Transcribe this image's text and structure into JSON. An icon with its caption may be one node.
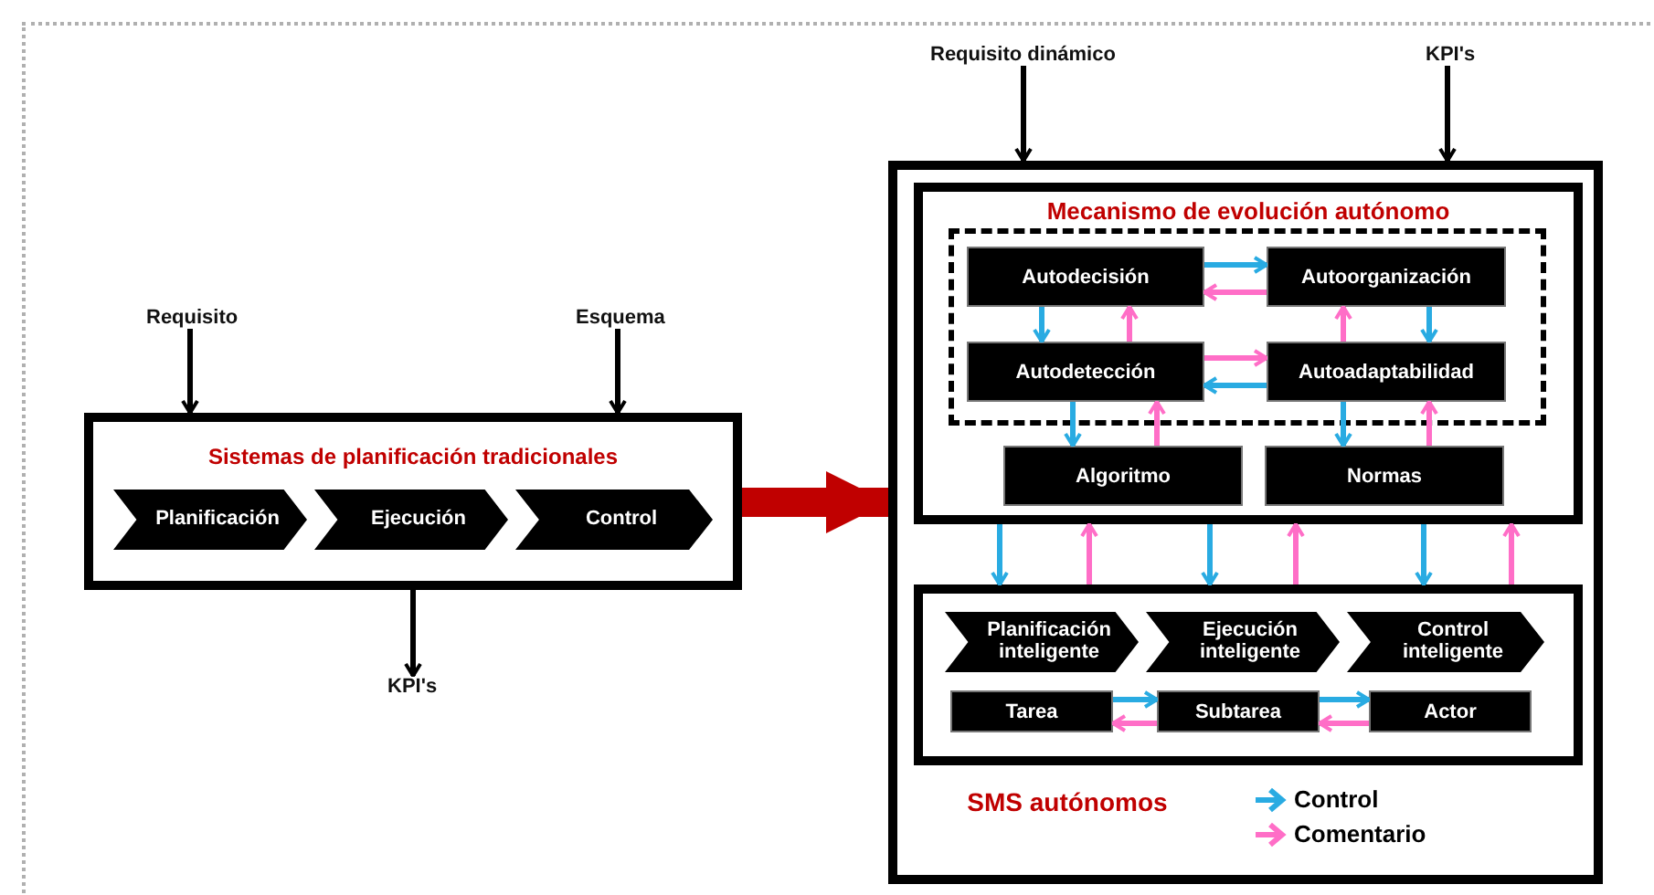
{
  "diagram": {
    "nodes": [
      {
        "text": [
          "Sistemas de planificación tradicionales"
        ]
      },
      {
        "text": [
          "Planificación"
        ],
        "in": 0
      },
      {
        "text": [
          "Ejecución"
        ],
        "in": 0
      },
      {
        "text": [
          "Control"
        ],
        "in": 0
      },
      {
        "text": [
          "Requisito"
        ]
      },
      {
        "text": [
          "Esquema"
        ]
      },
      {
        "text": [
          "KPI's"
        ]
      },
      {
        "text": [
          "SMS autónomos"
        ]
      },
      {
        "text": [
          "Mecanismo de evolución autónomo"
        ],
        "in": 7
      },
      {
        "text": [],
        "shape": "box",
        "in": 8
      },
      {
        "text": [
          "Autodecisión"
        ],
        "in": 9
      },
      {
        "text": [
          "Autoorganización"
        ],
        "in": 9
      },
      {
        "text": [
          "Autodetección"
        ],
        "in": 9
      },
      {
        "text": [
          "Autoadaptabilidad"
        ],
        "in": 9
      },
      {
        "text": [
          "Algoritmo"
        ],
        "in": 8
      },
      {
        "text": [
          "Normas"
        ],
        "in": 8
      },
      {
        "text": [],
        "shape": "box",
        "in": 7
      },
      {
        "text": [
          "Planificación inteligente"
        ],
        "in": 16
      },
      {
        "text": [
          "Ejecución inteligente"
        ],
        "in": 16
      },
      {
        "text": [
          "Control inteligente"
        ],
        "in": 16
      },
      {
        "text": [
          "Tarea"
        ],
        "in": 16
      },
      {
        "text": [
          "Subtarea"
        ],
        "in": 16
      },
      {
        "text": [
          "Actor"
        ],
        "in": 16
      },
      {
        "text": [
          "Requisito dinámico"
        ]
      },
      {
        "text": [
          "KPI's"
        ]
      }
    ],
    "edges": [
      {
        "from": 4,
        "to": 0,
        "arrow": "to",
        "color": "#000000"
      },
      {
        "from": 5,
        "to": 0,
        "arrow": "to",
        "color": "#000000"
      },
      {
        "from": 0,
        "to": 6,
        "arrow": "to",
        "color": "#000000"
      },
      {
        "from": 0,
        "to": 7,
        "arrow": "to",
        "style": "thick",
        "color": "#c00000"
      },
      {
        "from": 23,
        "to": 7,
        "arrow": "to",
        "color": "#000000"
      },
      {
        "from": 24,
        "to": 7,
        "arrow": "to",
        "color": "#000000"
      },
      {
        "from": 10,
        "to": 11,
        "arrow": "to",
        "color": "#29abe2"
      },
      {
        "from": 11,
        "to": 10,
        "arrow": "to",
        "color": "#ff6ec7"
      },
      {
        "from": 10,
        "to": 12,
        "arrow": "to",
        "color": "#29abe2"
      },
      {
        "from": 12,
        "to": 10,
        "arrow": "to",
        "color": "#ff6ec7"
      },
      {
        "from": 13,
        "to": 11,
        "arrow": "to",
        "color": "#ff6ec7"
      },
      {
        "from": 11,
        "to": 13,
        "arrow": "to",
        "color": "#29abe2"
      },
      {
        "from": 12,
        "to": 13,
        "arrow": "to",
        "color": "#ff6ec7"
      },
      {
        "from": 13,
        "to": 12,
        "arrow": "to",
        "color": "#29abe2"
      },
      {
        "from": 12,
        "to": 14,
        "arrow": "to",
        "color": "#29abe2"
      },
      {
        "from": 14,
        "to": 12,
        "arrow": "to",
        "color": "#ff6ec7"
      },
      {
        "from": 13,
        "to": 15,
        "arrow": "to",
        "color": "#29abe2"
      },
      {
        "from": 15,
        "to": 13,
        "arrow": "to",
        "color": "#ff6ec7"
      },
      {
        "from": 8,
        "to": 16,
        "arrow": "to",
        "color": "#29abe2"
      },
      {
        "from": 16,
        "to": 8,
        "arrow": "to",
        "color": "#ff6ec7"
      },
      {
        "from": 8,
        "to": 16,
        "arrow": "to",
        "color": "#29abe2"
      },
      {
        "from": 16,
        "to": 8,
        "arrow": "to",
        "color": "#ff6ec7"
      },
      {
        "from": 8,
        "to": 16,
        "arrow": "to",
        "color": "#29abe2"
      },
      {
        "from": 16,
        "to": 8,
        "arrow": "to",
        "color": "#ff6ec7"
      },
      {
        "from": 20,
        "to": 21,
        "arrow": "to",
        "color": "#29abe2"
      },
      {
        "from": 21,
        "to": 20,
        "arrow": "to",
        "color": "#ff6ec7"
      },
      {
        "from": 21,
        "to": 22,
        "arrow": "to",
        "color": "#29abe2"
      },
      {
        "from": 22,
        "to": 21,
        "arrow": "to",
        "color": "#ff6ec7"
      }
    ],
    "legend": [
      {
        "text": "Control",
        "color": "#29abe2"
      },
      {
        "text": "Comentario",
        "color": "#ff6ec7"
      }
    ]
  }
}
